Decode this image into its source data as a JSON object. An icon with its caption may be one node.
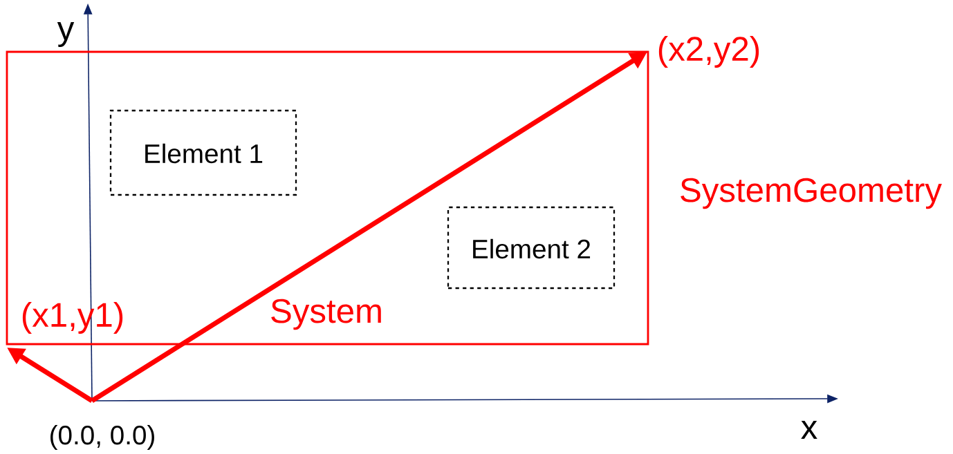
{
  "diagram": {
    "nodes": [
      {
        "text": [
          "System"
        ],
        "beside": [
          "SystemGeometry"
        ]
      },
      {
        "text": [
          "Element 1"
        ],
        "in": 0
      },
      {
        "text": [
          "Element 2"
        ],
        "in": 0
      }
    ],
    "labels": [
      "y",
      "(x2,y2)",
      "(x1,y1)",
      "(0.0, 0.0)",
      "x"
    ]
  }
}
